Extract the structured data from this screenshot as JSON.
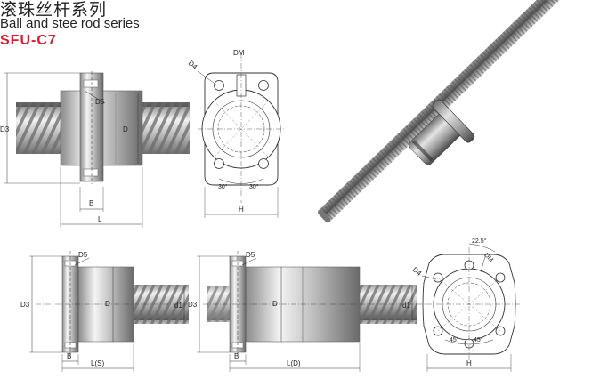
{
  "header": {
    "title_cn": "滚珠丝杆系列",
    "title_en": "Ball and stee rod series",
    "model": "SFU-C7"
  },
  "labels": {
    "d3": "D3",
    "d": "D",
    "d1": "d1",
    "d4": "D4",
    "d5": "D5",
    "dm": "DM",
    "b": "B",
    "l": "L",
    "h": "H",
    "ls": "L(S)",
    "ld": "L(D)",
    "angle30": "30°",
    "angle45": "45°",
    "angle225": "22.5°"
  },
  "colors": {
    "model": "#d1202f",
    "metal_dark": "#5a5a5a",
    "metal_light": "#e6e6e6"
  }
}
